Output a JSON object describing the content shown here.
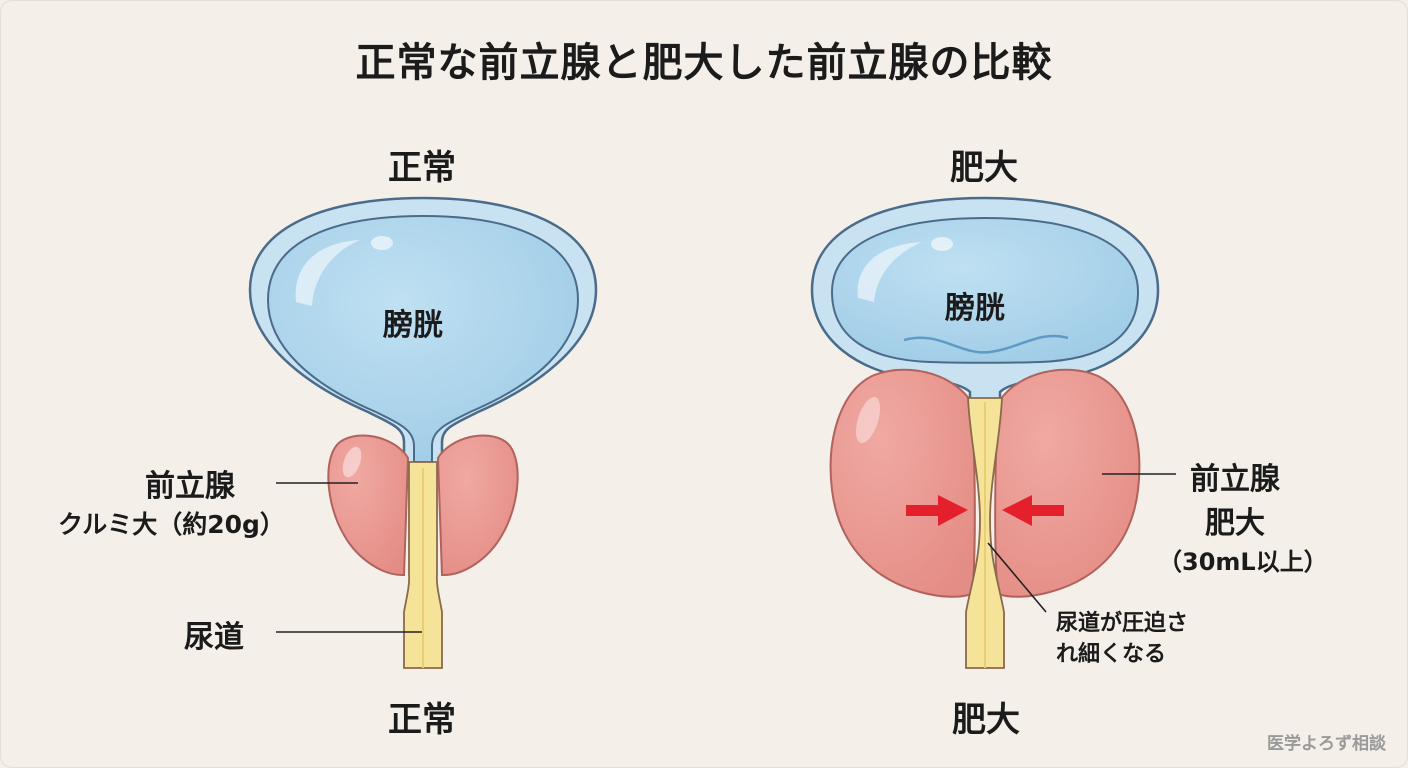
{
  "title": "正常な前立腺と肥大した前立腺の比較",
  "normal": {
    "heading": "正常",
    "bladder": "膀胱",
    "prostate_label": "前立腺",
    "prostate_size": "クルミ大（約20g）",
    "urethra_label": "尿道",
    "footer": "正常"
  },
  "enlarged": {
    "heading": "肥大",
    "bladder": "膀胱",
    "prostate_line1": "前立腺",
    "prostate_line2": "肥大",
    "prostate_size": "（30mL以上）",
    "urethra_line1": "尿道が圧迫さ",
    "urethra_line2": "れ細くなる",
    "footer": "肥大"
  },
  "watermark": "医学よろず相談",
  "colors": {
    "bladder_fill": "#a9d2ea",
    "bladder_outline": "#4a6c8a",
    "prostate_fill": "#ea9a93",
    "urethra_fill": "#f6e39a",
    "arrow": "#e3202b"
  }
}
